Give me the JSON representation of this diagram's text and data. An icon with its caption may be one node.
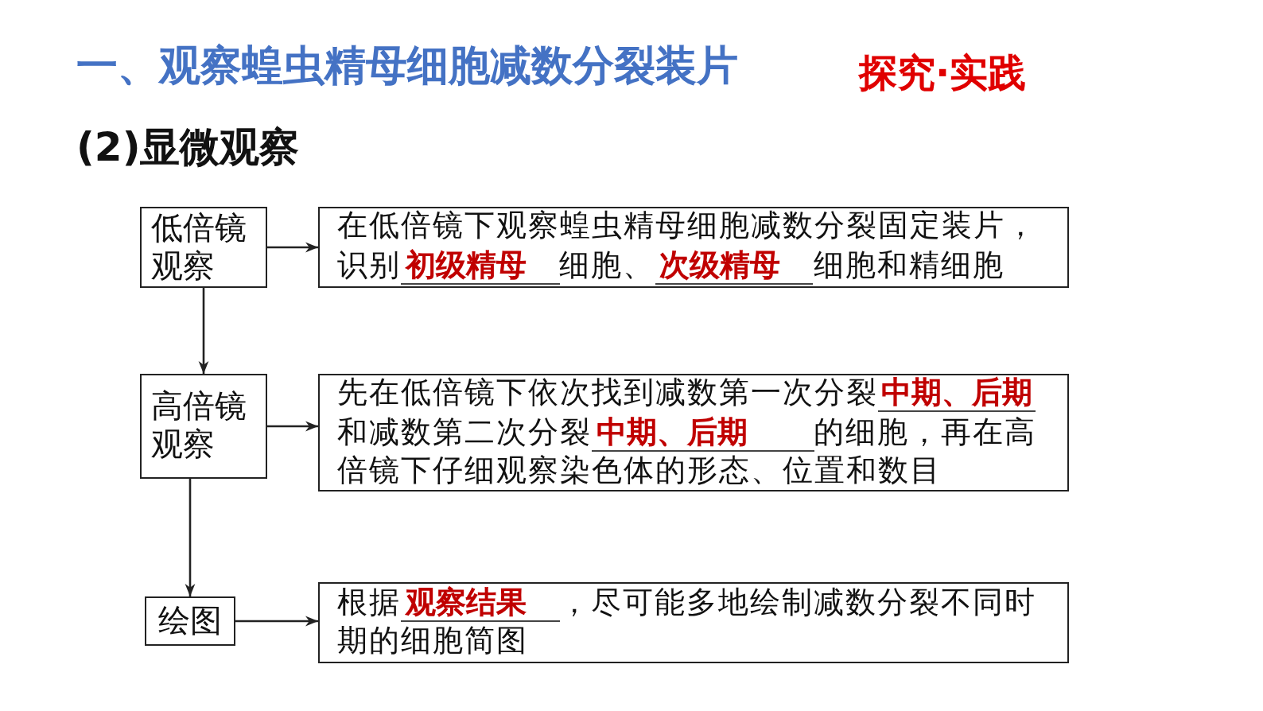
{
  "diagram": {
    "title": "一、观察蝗虫精母细胞减数分裂装片",
    "nodes": [
      {
        "text": [
          "低倍镜观察"
        ]
      },
      {
        "text": [
          "在低倍镜下观察蝗虫精母细胞减数分裂固定装片，识别**初级精母**细胞、**次级精母**细胞和精细胞"
        ]
      },
      {
        "text": [
          "高倍镜观察"
        ]
      },
      {
        "text": [
          "先在低倍镜下依次找到减数第一次分裂**中期、后期**和减数第二次分裂**中期、后期**的细胞，再在高倍镜下仔细观察染色体的形态、位置和数目"
        ]
      },
      {
        "text": [
          "绘图"
        ]
      },
      {
        "text": [
          "根据**观察结果**，尽可能多地绘制减数分裂不同时期的细胞简图"
        ]
      }
    ],
    "edges": [
      {
        "from": 0,
        "to": 1,
        "arrow": "to"
      },
      {
        "from": 0,
        "to": 2,
        "arrow": "to"
      },
      {
        "from": 2,
        "to": 3,
        "arrow": "to"
      },
      {
        "from": 2,
        "to": 4,
        "arrow": "to"
      },
      {
        "from": 4,
        "to": 5,
        "arrow": "to"
      }
    ],
    "labels": [
      "探究·实践",
      "(2)显微观察"
    ]
  }
}
